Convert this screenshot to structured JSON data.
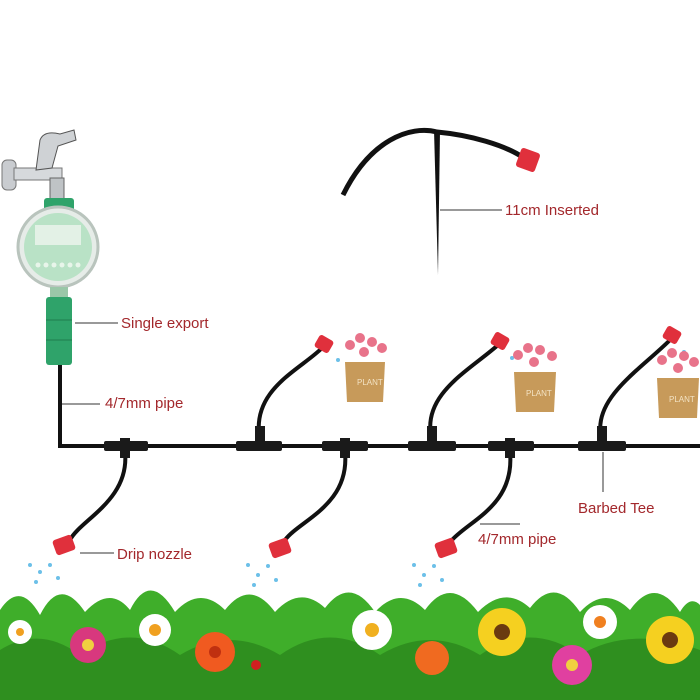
{
  "labels": {
    "stake": "11cm Inserted",
    "timer_outlet": "Single export",
    "main_pipe": "4/7mm pipe",
    "nozzle": "Drip nozzle",
    "branch_pipe": "4/7mm pipe",
    "tee": "Barbed Tee"
  },
  "pot_text": "PLANT",
  "colors": {
    "label": "#a3282c",
    "pipe": "#111111",
    "nozzle": "#e0303c",
    "timer": "#2fa36a",
    "grass": "#3fae2a"
  }
}
